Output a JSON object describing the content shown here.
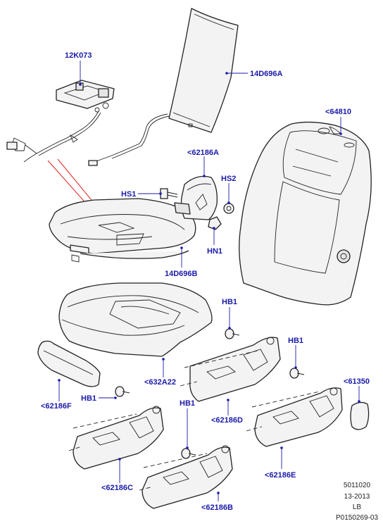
{
  "callouts": {
    "c_12K073": "12K073",
    "c_14D696A": "14D696A",
    "c_64810": "<64810",
    "c_62186A": "<62186A",
    "c_HS1": "HS1",
    "c_HS2": "HS2",
    "c_HN1": "HN1",
    "c_14D696B": "14D696B",
    "c_HB1_top": "HB1",
    "c_HB1_right": "HB1",
    "c_632A22": "<632A22",
    "c_62186F": "<62186F",
    "c_HB1_left": "HB1",
    "c_HB1_mid": "HB1",
    "c_62186C": "<62186C",
    "c_62186D": "<62186D",
    "c_61350": "<61350",
    "c_62186E": "<62186E",
    "c_62186B": "<62186B"
  },
  "footer": {
    "line1": "5011020",
    "line2": "13-2013",
    "line3": "LB",
    "line4": "P0150269-03"
  },
  "colors": {
    "label": "#1a1aa8",
    "pointer": "#e0201a",
    "outline": "#222222"
  }
}
